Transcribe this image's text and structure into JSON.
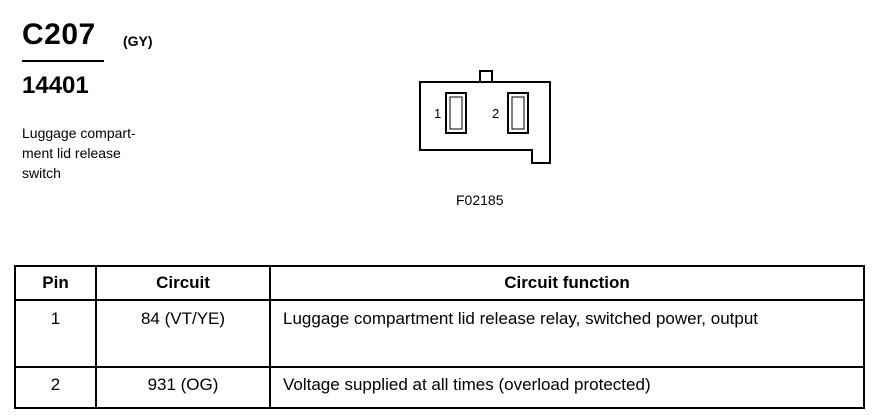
{
  "header": {
    "connector_id": "C207",
    "color_code": "(GY)",
    "part_number": "14401",
    "description_lines": [
      "Luggage compart-",
      "ment lid release",
      "switch"
    ]
  },
  "diagram": {
    "pin_labels": [
      "1",
      "2"
    ],
    "figure_id": "F02185"
  },
  "table": {
    "headers": {
      "pin": "Pin",
      "circuit": "Circuit",
      "function": "Circuit function"
    },
    "rows": [
      {
        "pin": "1",
        "circuit": "84 (VT/YE)",
        "function": "Luggage compartment lid release relay, switched power, output"
      },
      {
        "pin": "2",
        "circuit": "931 (OG)",
        "function": "Voltage supplied at all times (overload protected)"
      }
    ]
  }
}
